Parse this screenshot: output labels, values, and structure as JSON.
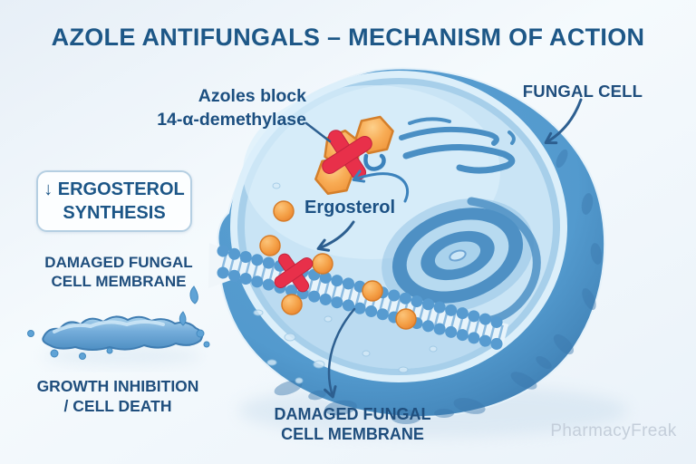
{
  "title": "AZOLE ANTIFUNGALS – MECHANISM OF ACTION",
  "annotations": {
    "azoles_block": {
      "line1": "Azoles block",
      "line2": "14-α-demethylase"
    },
    "fungal_cell": "FUNGAL CELL",
    "ergosterol_synthesis_box": {
      "line1": "↓ ERGOSTEROL",
      "line2": "SYNTHESIS"
    },
    "damaged_membrane_left": {
      "line1": "DAMAGED FUNGAL",
      "line2": "CELL MEMBRANE"
    },
    "growth_inhibition": {
      "line1": "GROWTH INHIBITION",
      "line2": "/ CELL DEATH"
    },
    "ergosterol": "Ergosterol",
    "damaged_membrane_bottom": {
      "line1": "DAMAGED FUNGAL",
      "line2": "CELL MEMBRANE"
    },
    "watermark": "PharmacyFreak"
  },
  "colors": {
    "title_text": "#1d5787",
    "label_text": "#1f4e7d",
    "arrow": "#2d5f90",
    "cell_wall": "#4c90c4",
    "cell_wall_dark": "#3a77ac",
    "cytoplasm": "#c9e4f5",
    "membrane_bead": "#579bd0",
    "ergosterol_orange": "#f49f45",
    "block_x_red": "#e8304a",
    "box_border": "#b5cfe2",
    "watermark_text": "#c4ceda",
    "background_top": "#e7eff7",
    "background_bottom": "#eaf2f9"
  }
}
